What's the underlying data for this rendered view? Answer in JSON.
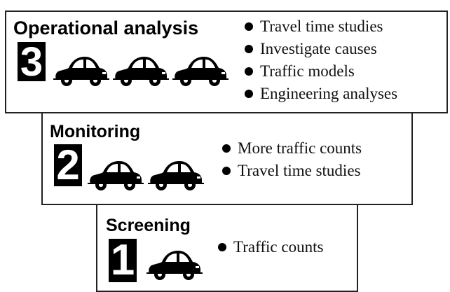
{
  "tiers": [
    {
      "level": "3",
      "title": "Operational analysis",
      "car_count": 3,
      "car_icon": "car-icon",
      "items": [
        "Travel time studies",
        "Investigate causes",
        "Traffic models",
        "Engineering analyses"
      ]
    },
    {
      "level": "2",
      "title": "Monitoring",
      "car_count": 2,
      "car_icon": "car-icon",
      "items": [
        "More traffic counts",
        "Travel time studies"
      ]
    },
    {
      "level": "1",
      "title": "Screening",
      "car_count": 1,
      "car_icon": "car-icon",
      "items": [
        "Traffic counts"
      ]
    }
  ],
  "colors": {
    "ink": "#000000",
    "border": "#222222",
    "background": "#ffffff"
  }
}
